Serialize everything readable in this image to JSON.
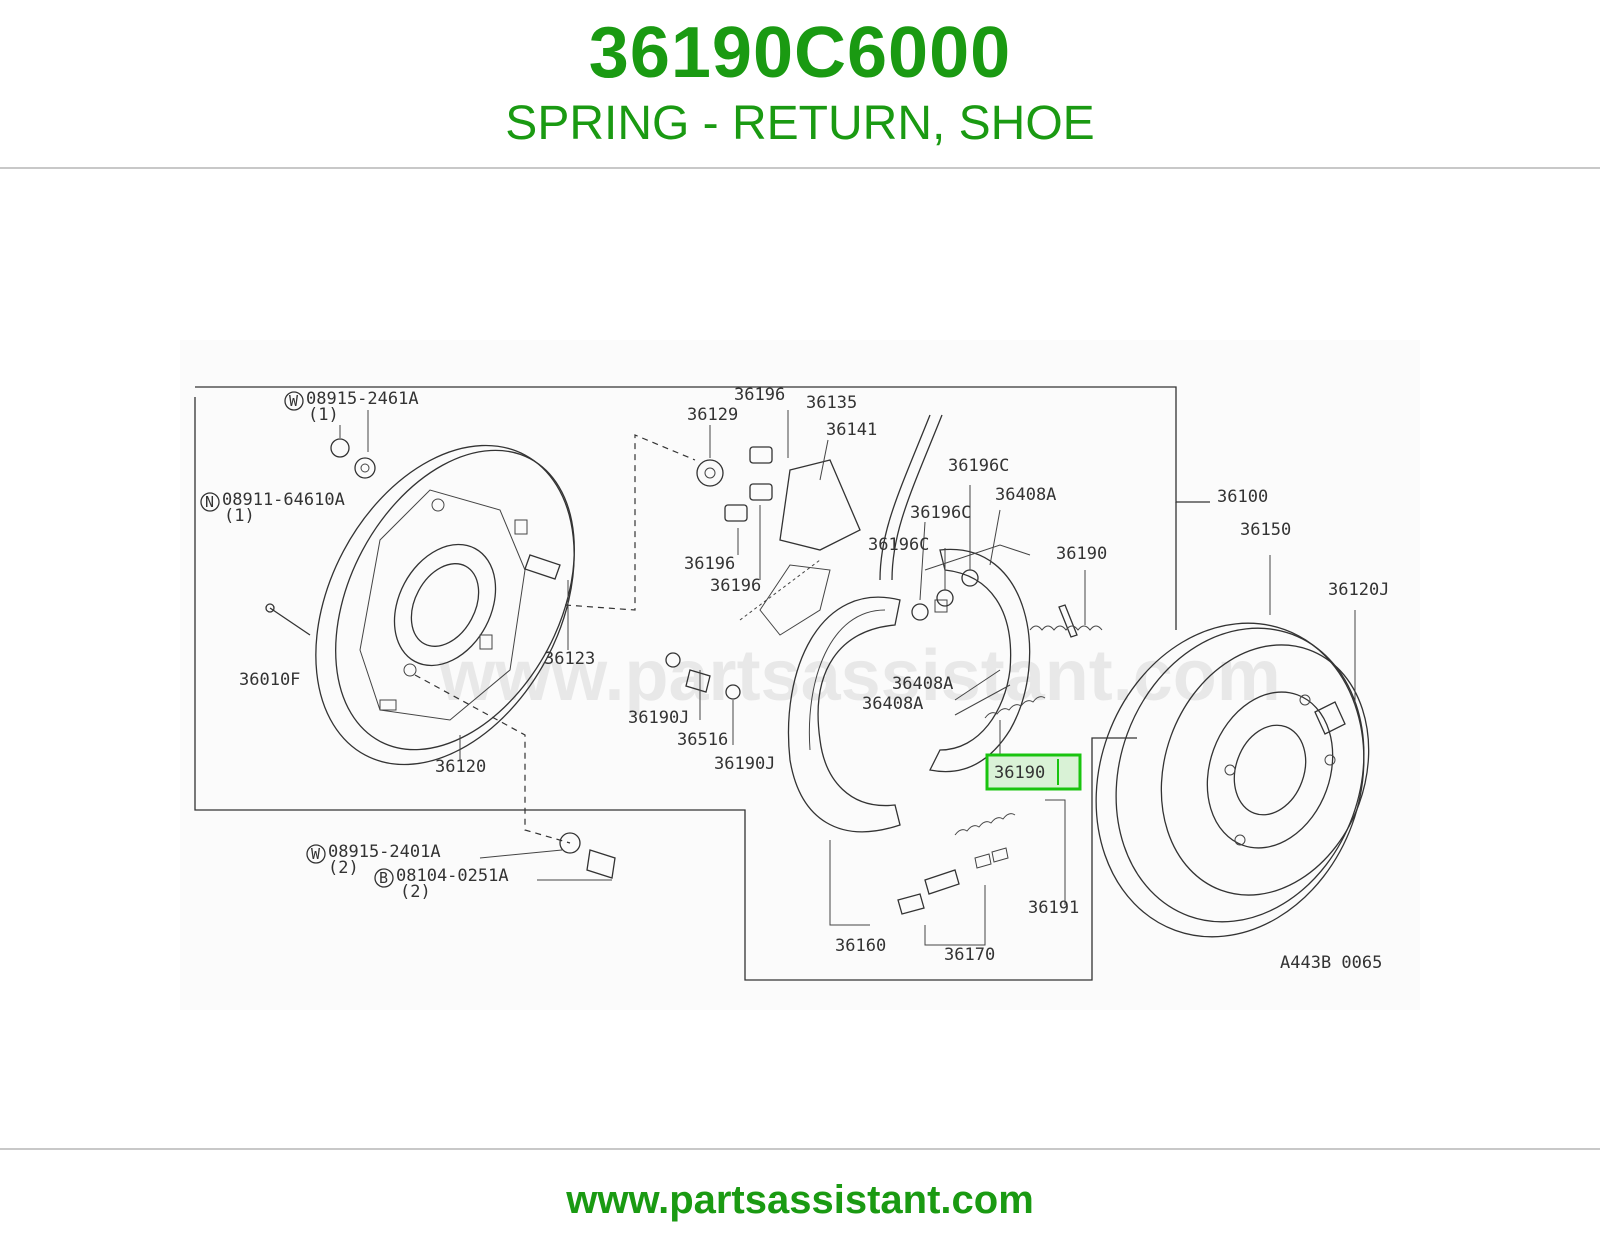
{
  "header": {
    "part_number": "36190C6000",
    "description": "SPRING - RETURN, SHOE"
  },
  "diagram": {
    "watermark": "www.partsassistant.com",
    "drawing_code": "A443B 0065",
    "highlighted_label": "36190",
    "labels": {
      "w08915_2461a": "08915-2461A",
      "w08915_2461a_qty": "(1)",
      "n08911_64610a": "08911-64610A",
      "n08911_64610a_qty": "(1)",
      "p36010f": "36010F",
      "p36120": "36120",
      "p36123": "36123",
      "p36129": "36129",
      "p36196_a": "36196",
      "p36196_b": "36196",
      "p36196_c": "36196",
      "p36135": "36135",
      "p36141": "36141",
      "p36196c_a": "36196C",
      "p36196c_b": "36196C",
      "p36196c_c": "36196C",
      "p36408a_a": "36408A",
      "p36408a_b": "36408A",
      "p36408a_c": "36408A",
      "p36190_top": "36190",
      "p36100": "36100",
      "p36150": "36150",
      "p36120j": "36120J",
      "p36190j_a": "36190J",
      "p36516": "36516",
      "p36190j_b": "36190J",
      "p36160": "36160",
      "p36170": "36170",
      "p36191": "36191",
      "w08915_2401a": "08915-2401A",
      "w08915_2401a_qty": "(2)",
      "b08104_0251a": "08104-0251A",
      "b08104_0251a_qty": "(2)"
    },
    "circle_letters": {
      "w": "W",
      "n": "N",
      "b": "B"
    },
    "colors": {
      "accent": "#1a9a12",
      "highlight_fill": "#d9f2d6",
      "highlight_border": "#19c40f"
    }
  },
  "footer": {
    "url": "www.partsassistant.com"
  }
}
